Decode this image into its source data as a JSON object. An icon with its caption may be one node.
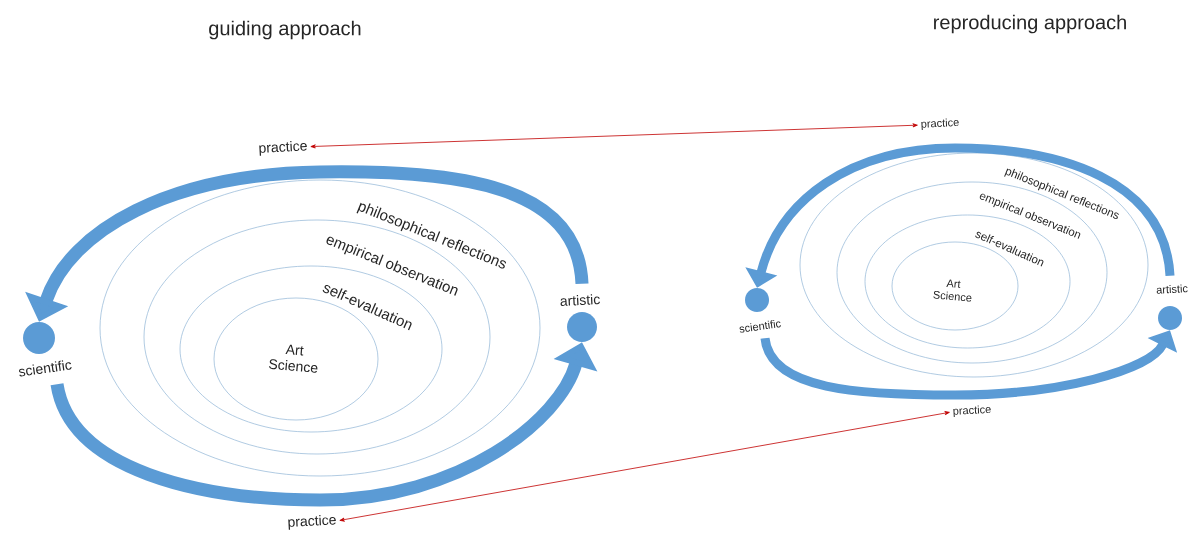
{
  "diagram": {
    "nodes": [
      {
        "text": [
          "practice"
        ]
      },
      {
        "text": [
          "practice"
        ]
      },
      {
        "text": [],
        "shape": "circle",
        "beside": [
          "scientific"
        ]
      },
      {
        "text": [
          "philosophical reflections"
        ]
      },
      {
        "text": [
          "empirical observation"
        ],
        "in": 3
      },
      {
        "text": [
          "self-evaluation"
        ],
        "in": 4
      },
      {
        "text": [
          "Art Science"
        ],
        "in": 5
      },
      {
        "text": [],
        "shape": "circle",
        "beside": [
          "artistic"
        ]
      },
      {
        "text": [
          "practice"
        ]
      },
      {
        "text": [],
        "shape": "circle",
        "beside": [
          "scientific"
        ]
      },
      {
        "text": [
          "philosophical reflections"
        ]
      },
      {
        "text": [
          "empirical observation"
        ],
        "in": 10
      },
      {
        "text": [
          "self-evaluation"
        ],
        "in": 11
      },
      {
        "text": [
          "Art Science"
        ],
        "in": 12
      },
      {
        "text": [],
        "shape": "circle",
        "beside": [
          "artistic"
        ]
      },
      {
        "text": [
          "practice"
        ]
      }
    ],
    "edges": [
      {
        "from": 0,
        "to": 1,
        "arrow": "both",
        "color": "#c00000"
      },
      {
        "from": 8,
        "to": 15,
        "arrow": "both",
        "color": "#c00000"
      },
      {
        "from": 7,
        "to": 2,
        "arrow": "to",
        "color": "#5b9bd5"
      },
      {
        "from": 2,
        "to": 7,
        "arrow": "to",
        "color": "#5b9bd5"
      },
      {
        "from": 14,
        "to": 9,
        "arrow": "to",
        "color": "#5b9bd5"
      },
      {
        "from": 9,
        "to": 14,
        "arrow": "to",
        "color": "#5b9bd5"
      }
    ],
    "labels": [
      "guiding approach",
      "reproducing approach"
    ]
  }
}
